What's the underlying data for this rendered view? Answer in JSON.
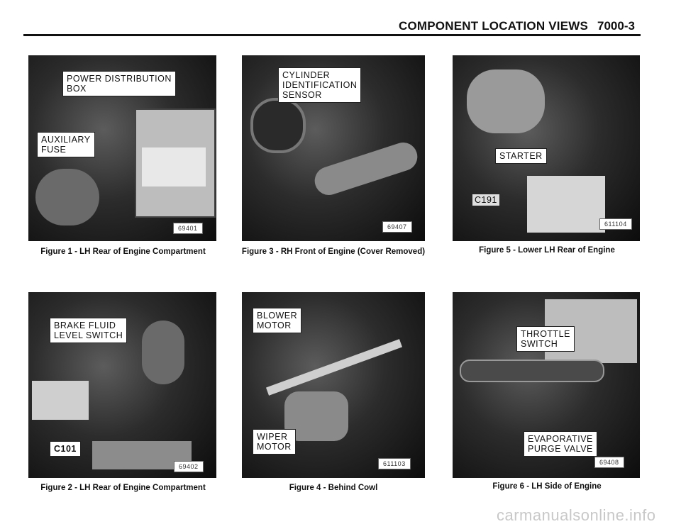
{
  "header": {
    "title": "COMPONENT LOCATION VIEWS",
    "page_number": "7000-3"
  },
  "figures": [
    {
      "labels": [
        "POWER DISTRIBUTION\nBOX",
        "AUXILIARY\nFUSE"
      ],
      "code": "69401",
      "caption": "Figure 1 - LH Rear of Engine Compartment"
    },
    {
      "labels": [
        "CYLINDER\nIDENTIFICATION\nSENSOR"
      ],
      "code": "69407",
      "caption": "Figure 3 - RH Front of Engine (Cover Removed)"
    },
    {
      "labels": [
        "STARTER",
        "C191"
      ],
      "code": "611104",
      "caption": "Figure 5 - Lower LH Rear of Engine"
    },
    {
      "labels": [
        "BRAKE FLUID\nLEVEL SWITCH",
        "C101"
      ],
      "code": "69402",
      "caption": "Figure 2 - LH Rear of Engine Compartment"
    },
    {
      "labels": [
        "BLOWER\nMOTOR",
        "WIPER\nMOTOR"
      ],
      "code": "611103",
      "caption": "Figure 4 - Behind Cowl"
    },
    {
      "labels": [
        "THROTTLE\nSWITCH",
        "EVAPORATIVE\nPURGE VALVE"
      ],
      "code": "69408",
      "caption": "Figure 6 - LH Side of Engine"
    }
  ],
  "footer": {
    "watermark": "carmanualsonline.info"
  }
}
